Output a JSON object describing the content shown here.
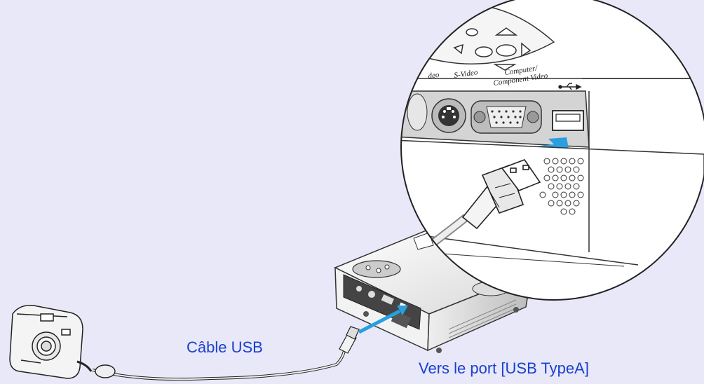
{
  "colors": {
    "background": "#e8e8f8",
    "label_text": "#1a40d0",
    "insertion_arrow": "#2a9fe0"
  },
  "labels": {
    "cable": "Câble USB",
    "port": "Vers le port [USB TypeA]"
  },
  "port_panel": {
    "video": "deo",
    "s_video": "S-Video",
    "computer_line1": "Computer/",
    "computer_line2": "Component Video"
  },
  "icons": [
    "usb-symbol-icon",
    "insertion-arrow-icon",
    "digital-camera",
    "projector",
    "usb-plug"
  ]
}
